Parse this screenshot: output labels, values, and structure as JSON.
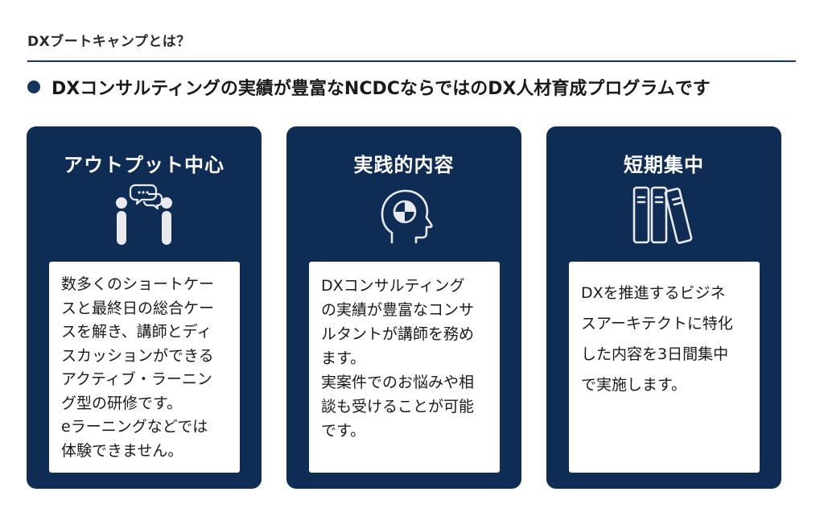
{
  "section": {
    "label": "DXブートキャンプとは？"
  },
  "headline": {
    "text": "DXコンサルティングの実績が豊富なNCDCならではのDX人材育成プログラムです"
  },
  "colors": {
    "accent": "#15365e",
    "card_background": "#0f2d54",
    "box_background": "#ffffff"
  },
  "cards": [
    {
      "title": "アウトプット中心",
      "icon": "conversation-people-icon",
      "lines": [
        "数多くのショートケー",
        "スと最終日の総合ケー",
        "スを解き、講師とディ",
        "スカッションができる",
        "アクティブ・ラーニン",
        "グ型の研修です。",
        "eラーニングなどでは",
        "体験できません。"
      ]
    },
    {
      "title": "実践的内容",
      "icon": "head-brain-icon",
      "lines": [
        "DXコンサルティング",
        "の実績が豊富なコンサ",
        "ルタントが講師を務め",
        "ます。",
        "実案件でのお悩みや相",
        "談も受けることが可能",
        "です。"
      ]
    },
    {
      "title": "短期集中",
      "icon": "books-icon",
      "lines": [
        "DXを推進するビジネ",
        "スアーキテクトに特化",
        "した内容を3日間集中",
        "で実施します。"
      ]
    }
  ]
}
